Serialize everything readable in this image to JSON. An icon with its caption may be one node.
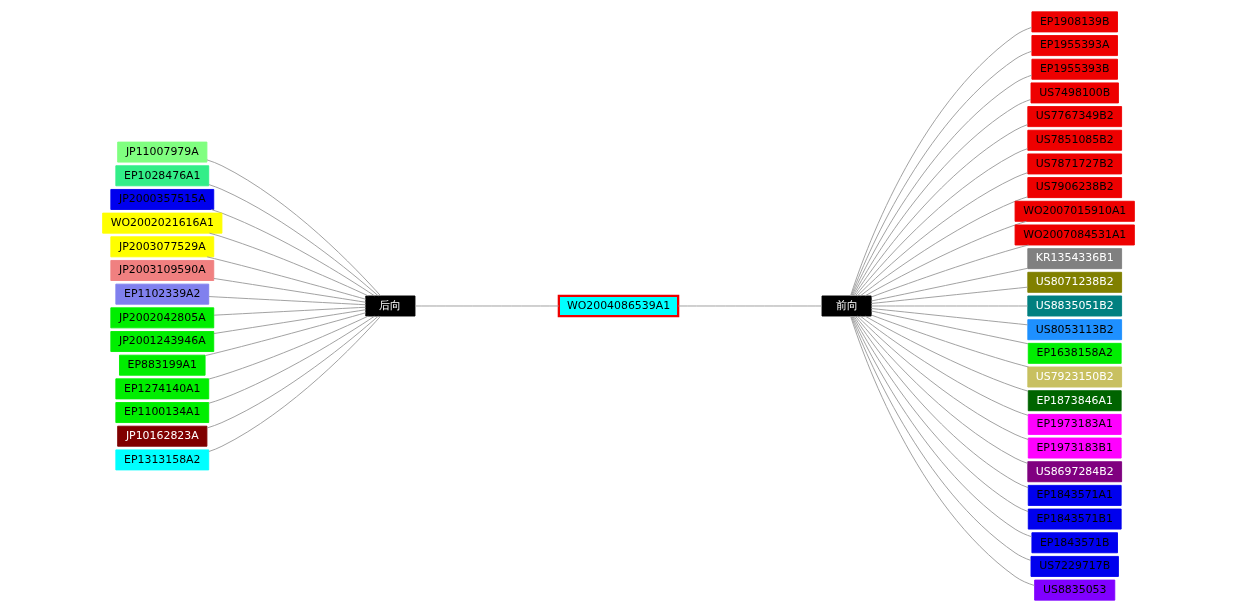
{
  "diagram": {
    "nodes": [
      {
        "text": [
          "WO2004086539A1"
        ]
      },
      {
        "text": [
          "后向"
        ]
      },
      {
        "text": [
          "前向"
        ]
      },
      {
        "text": [
          "JP11007979A"
        ]
      },
      {
        "text": [
          "EP1028476A1"
        ]
      },
      {
        "text": [
          "JP2000357515A"
        ]
      },
      {
        "text": [
          "WO2002021616A1"
        ]
      },
      {
        "text": [
          "JP2003077529A"
        ]
      },
      {
        "text": [
          "JP2003109590A"
        ]
      },
      {
        "text": [
          "EP1102339A2"
        ]
      },
      {
        "text": [
          "JP2002042805A"
        ]
      },
      {
        "text": [
          "JP2001243946A"
        ]
      },
      {
        "text": [
          "EP883199A1"
        ]
      },
      {
        "text": [
          "EP1274140A1"
        ]
      },
      {
        "text": [
          "EP1100134A1"
        ]
      },
      {
        "text": [
          "JP10162823A"
        ]
      },
      {
        "text": [
          "EP1313158A2"
        ]
      },
      {
        "text": [
          "EP1908139B"
        ]
      },
      {
        "text": [
          "EP1955393A"
        ]
      },
      {
        "text": [
          "EP1955393B"
        ]
      },
      {
        "text": [
          "US7498100B"
        ]
      },
      {
        "text": [
          "US7767349B2"
        ]
      },
      {
        "text": [
          "US7851085B2"
        ]
      },
      {
        "text": [
          "US7871727B2"
        ]
      },
      {
        "text": [
          "US7906238B2"
        ]
      },
      {
        "text": [
          "WO2007015910A1"
        ]
      },
      {
        "text": [
          "WO2007084531A1"
        ]
      },
      {
        "text": [
          "KR1354336B1"
        ]
      },
      {
        "text": [
          "US8071238B2"
        ]
      },
      {
        "text": [
          "US8835051B2"
        ]
      },
      {
        "text": [
          "US8053113B2"
        ]
      },
      {
        "text": [
          "EP1638158A2"
        ]
      },
      {
        "text": [
          "US7923150B2"
        ]
      },
      {
        "text": [
          "EP1873846A1"
        ]
      },
      {
        "text": [
          "EP1973183A1"
        ]
      },
      {
        "text": [
          "EP1973183B1"
        ]
      },
      {
        "text": [
          "US8697284B2"
        ]
      },
      {
        "text": [
          "EP1843571A1"
        ]
      },
      {
        "text": [
          "EP1843571B1"
        ]
      },
      {
        "text": [
          "EP1843571B"
        ]
      },
      {
        "text": [
          "US7229717B"
        ]
      },
      {
        "text": [
          "US8835053"
        ]
      }
    ],
    "edges": [
      {
        "from": 3,
        "to": 1,
        "arrow": "none"
      },
      {
        "from": 4,
        "to": 1,
        "arrow": "none"
      },
      {
        "from": 5,
        "to": 1,
        "arrow": "none"
      },
      {
        "from": 6,
        "to": 1,
        "arrow": "none"
      },
      {
        "from": 7,
        "to": 1,
        "arrow": "none"
      },
      {
        "from": 8,
        "to": 1,
        "arrow": "none"
      },
      {
        "from": 9,
        "to": 1,
        "arrow": "none"
      },
      {
        "from": 10,
        "to": 1,
        "arrow": "none"
      },
      {
        "from": 11,
        "to": 1,
        "arrow": "none"
      },
      {
        "from": 12,
        "to": 1,
        "arrow": "none"
      },
      {
        "from": 13,
        "to": 1,
        "arrow": "none"
      },
      {
        "from": 14,
        "to": 1,
        "arrow": "none"
      },
      {
        "from": 15,
        "to": 1,
        "arrow": "none"
      },
      {
        "from": 16,
        "to": 1,
        "arrow": "none"
      },
      {
        "from": 1,
        "to": 0,
        "arrow": "none"
      },
      {
        "from": 0,
        "to": 2,
        "arrow": "none"
      },
      {
        "from": 2,
        "to": 17,
        "arrow": "none"
      },
      {
        "from": 2,
        "to": 18,
        "arrow": "none"
      },
      {
        "from": 2,
        "to": 19,
        "arrow": "none"
      },
      {
        "from": 2,
        "to": 20,
        "arrow": "none"
      },
      {
        "from": 2,
        "to": 21,
        "arrow": "none"
      },
      {
        "from": 2,
        "to": 22,
        "arrow": "none"
      },
      {
        "from": 2,
        "to": 23,
        "arrow": "none"
      },
      {
        "from": 2,
        "to": 24,
        "arrow": "none"
      },
      {
        "from": 2,
        "to": 25,
        "arrow": "none"
      },
      {
        "from": 2,
        "to": 26,
        "arrow": "none"
      },
      {
        "from": 2,
        "to": 27,
        "arrow": "none"
      },
      {
        "from": 2,
        "to": 28,
        "arrow": "none"
      },
      {
        "from": 2,
        "to": 29,
        "arrow": "none"
      },
      {
        "from": 2,
        "to": 30,
        "arrow": "none"
      },
      {
        "from": 2,
        "to": 31,
        "arrow": "none"
      },
      {
        "from": 2,
        "to": 32,
        "arrow": "none"
      },
      {
        "from": 2,
        "to": 33,
        "arrow": "none"
      },
      {
        "from": 2,
        "to": 34,
        "arrow": "none"
      },
      {
        "from": 2,
        "to": 35,
        "arrow": "none"
      },
      {
        "from": 2,
        "to": 36,
        "arrow": "none"
      },
      {
        "from": 2,
        "to": 37,
        "arrow": "none"
      },
      {
        "from": 2,
        "to": 38,
        "arrow": "none"
      },
      {
        "from": 2,
        "to": 39,
        "arrow": "none"
      },
      {
        "from": 2,
        "to": 40,
        "arrow": "none"
      },
      {
        "from": 2,
        "to": 41,
        "arrow": "none"
      }
    ]
  }
}
